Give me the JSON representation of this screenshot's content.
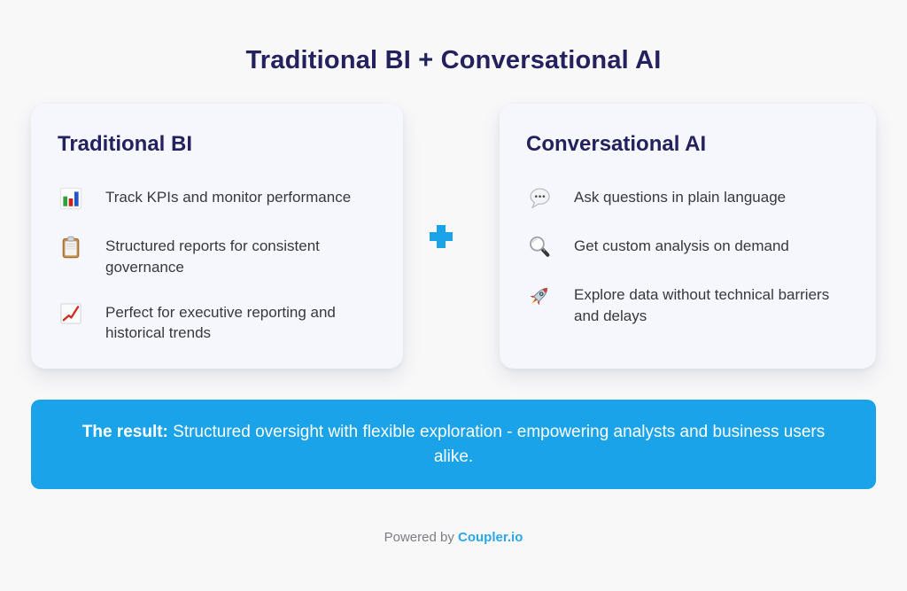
{
  "title": "Traditional BI + Conversational AI",
  "colors": {
    "background": "#f8f8f9",
    "card_background": "#f5f7fc",
    "heading_navy": "#23215e",
    "body_text": "#38383c",
    "accent_blue": "#1ba3e9",
    "brand_blue": "#2ba6e9",
    "banner_text": "#ffffff",
    "footer_gray": "#7e7e82"
  },
  "connector": {
    "icon": "plus-icon",
    "symbol": "+"
  },
  "cards": [
    {
      "heading": "Traditional BI",
      "items": [
        {
          "icon": "bar-chart-icon",
          "text": "Track KPIs and monitor performance"
        },
        {
          "icon": "clipboard-icon",
          "text": "Structured reports for consistent governance"
        },
        {
          "icon": "chart-up-icon",
          "text": "Perfect for executive reporting and historical trends"
        }
      ]
    },
    {
      "heading": "Conversational AI",
      "items": [
        {
          "icon": "speech-balloon-icon",
          "text": "Ask questions in plain language"
        },
        {
          "icon": "magnifier-icon",
          "text": "Get custom analysis on demand"
        },
        {
          "icon": "rocket-icon",
          "text": "Explore data without technical barriers and delays"
        }
      ]
    }
  ],
  "result_banner": {
    "label": "The result:",
    "text": " Structured oversight with flexible exploration - empowering analysts and business users alike."
  },
  "footer": {
    "prefix": "Powered by ",
    "brand": "Coupler.io"
  }
}
